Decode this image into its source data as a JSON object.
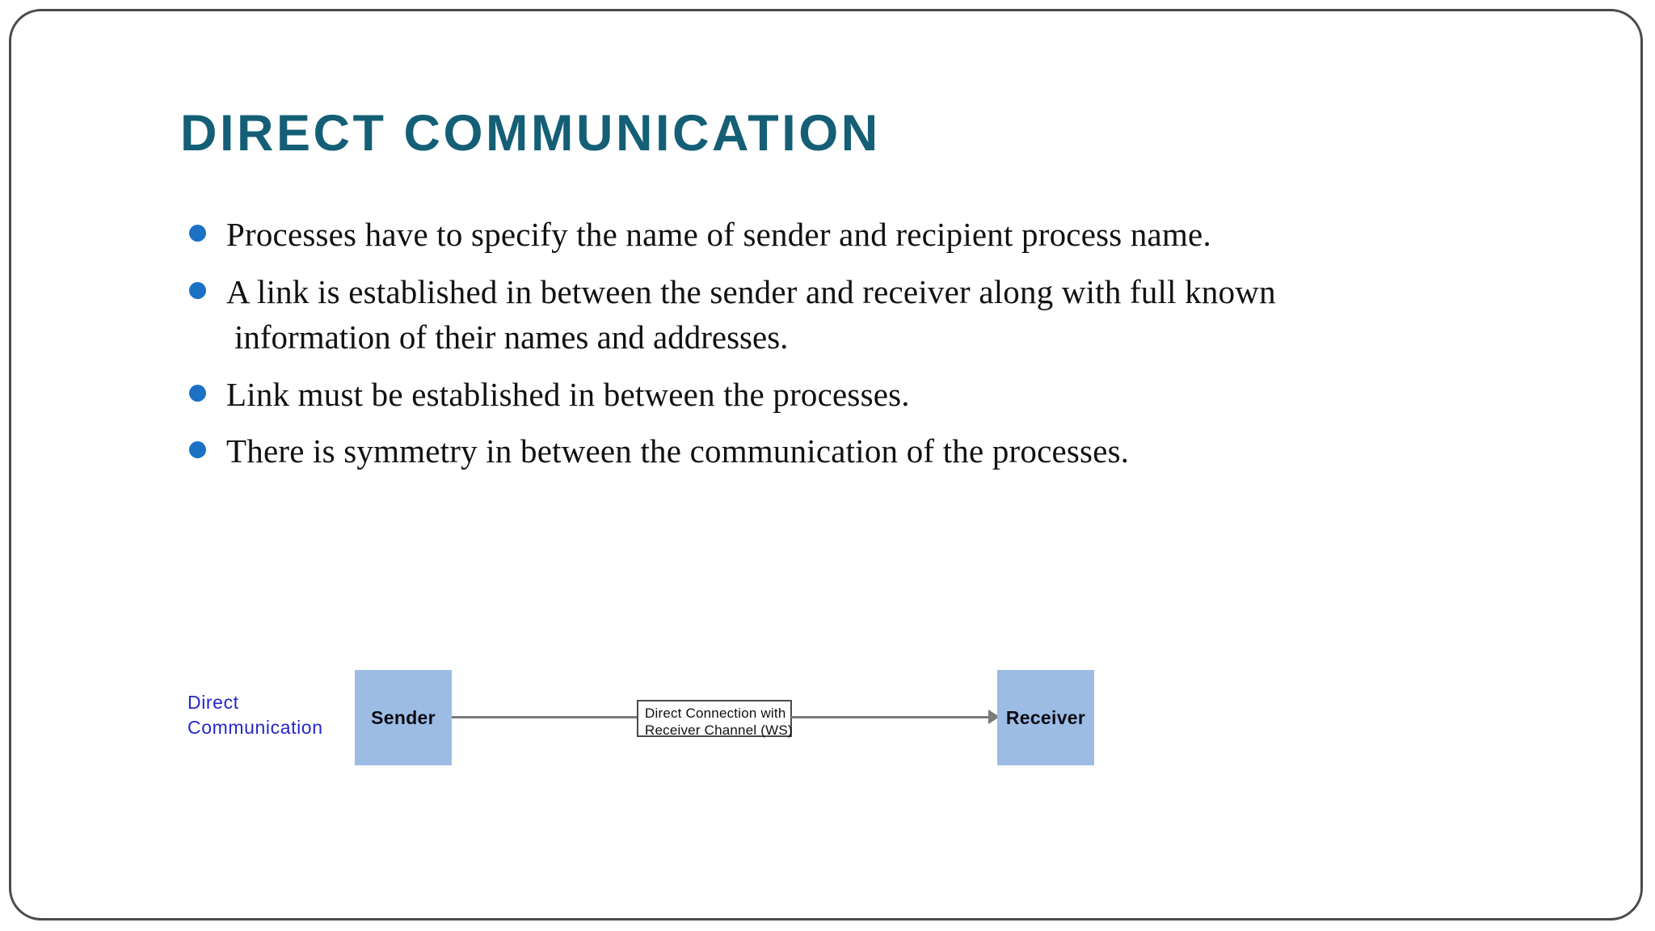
{
  "slide": {
    "title": "DIRECT COMMUNICATION",
    "title_color": "#145f76",
    "border_color": "#4a4a4f",
    "background": "#ffffff"
  },
  "bullets": {
    "marker_color": "#1b72c4",
    "items": [
      {
        "text": "Processes have to specify the name of sender and recipient process name.",
        "continuation": ""
      },
      {
        "text": "A link is established in between the sender and receiver along with full known",
        "continuation": "information of their names and addresses."
      },
      {
        "text": "Link must be established in between the processes.",
        "continuation": ""
      },
      {
        "text": "There is symmetry in between the communication of the processes.",
        "continuation": ""
      }
    ]
  },
  "diagram": {
    "caption": "Direct",
    "caption_line2": "Communication",
    "caption_color": "#2727c8",
    "node_fill": "#9cbce4",
    "wire_color": "#7b7b7b",
    "sender_label": "Sender",
    "receiver_label": "Receiver",
    "channel_line1": "Direct Connection with",
    "channel_line2": "Receiver Channel (WS)"
  }
}
